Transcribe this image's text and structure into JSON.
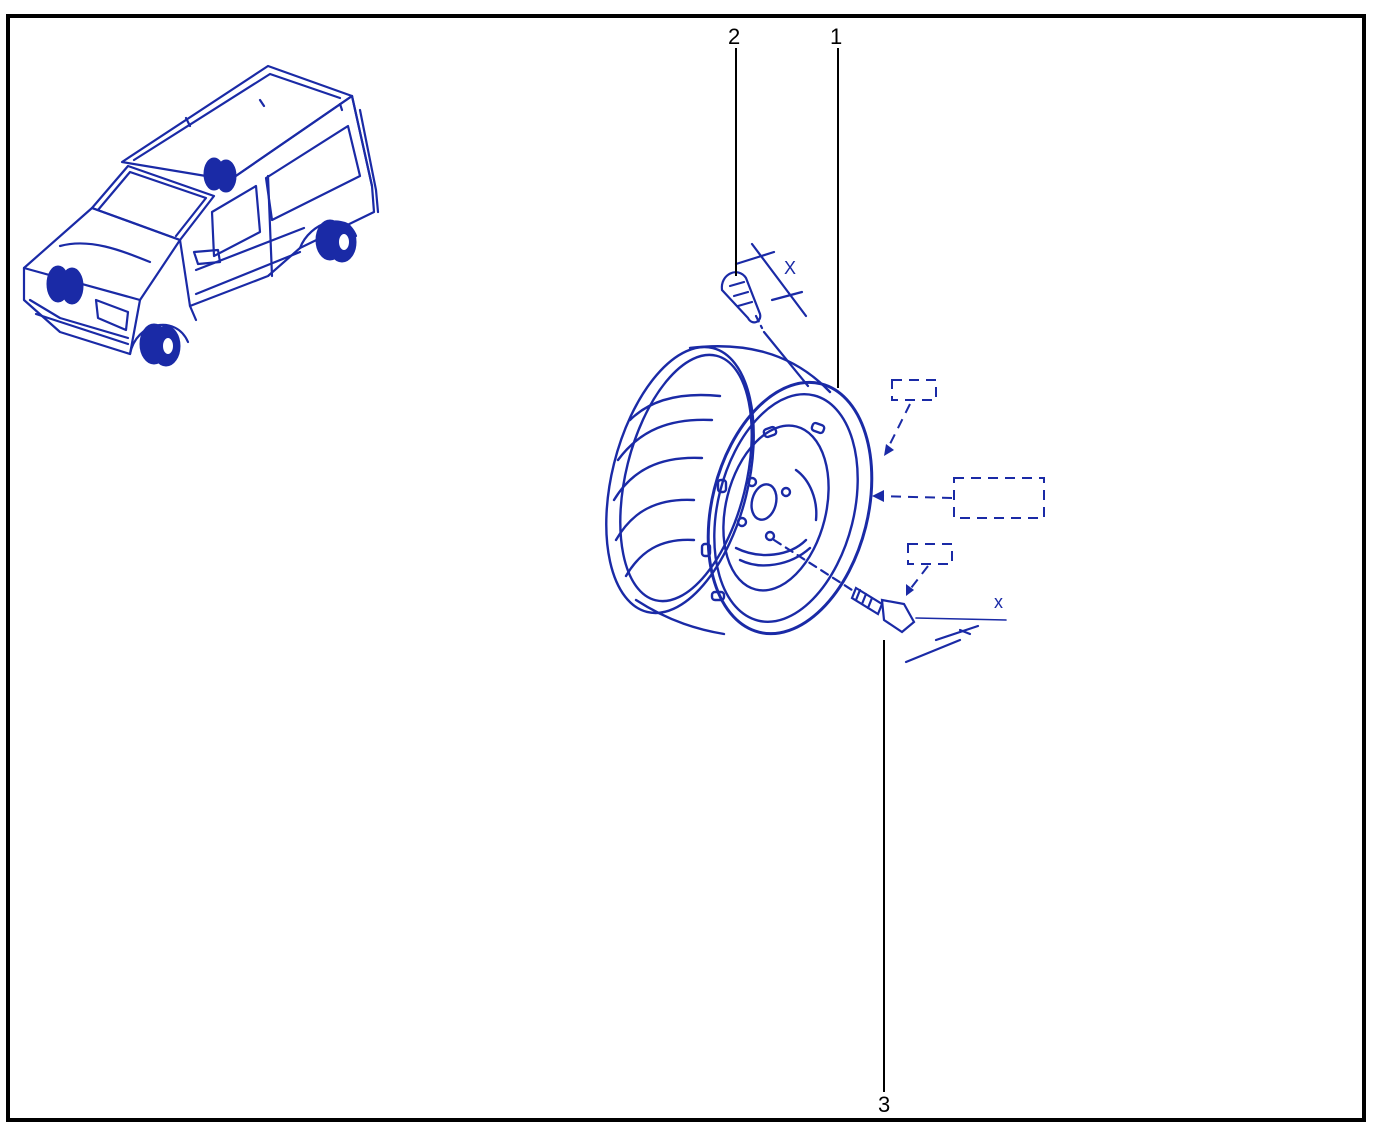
{
  "colors": {
    "ink": "#1a2aa6",
    "border": "#000000",
    "leader": "#000000"
  },
  "callouts": {
    "wheel": "1",
    "valve": "2",
    "bolt": "3"
  },
  "dimensions": {
    "valve_length": "X",
    "bolt_length": "x"
  },
  "icons": {
    "vehicle": "van-illustration",
    "wheel": "steel-wheel-rim",
    "valve": "tyre-valve",
    "bolt": "wheel-bolt",
    "reference_boxes": "dashed-reference-box"
  }
}
